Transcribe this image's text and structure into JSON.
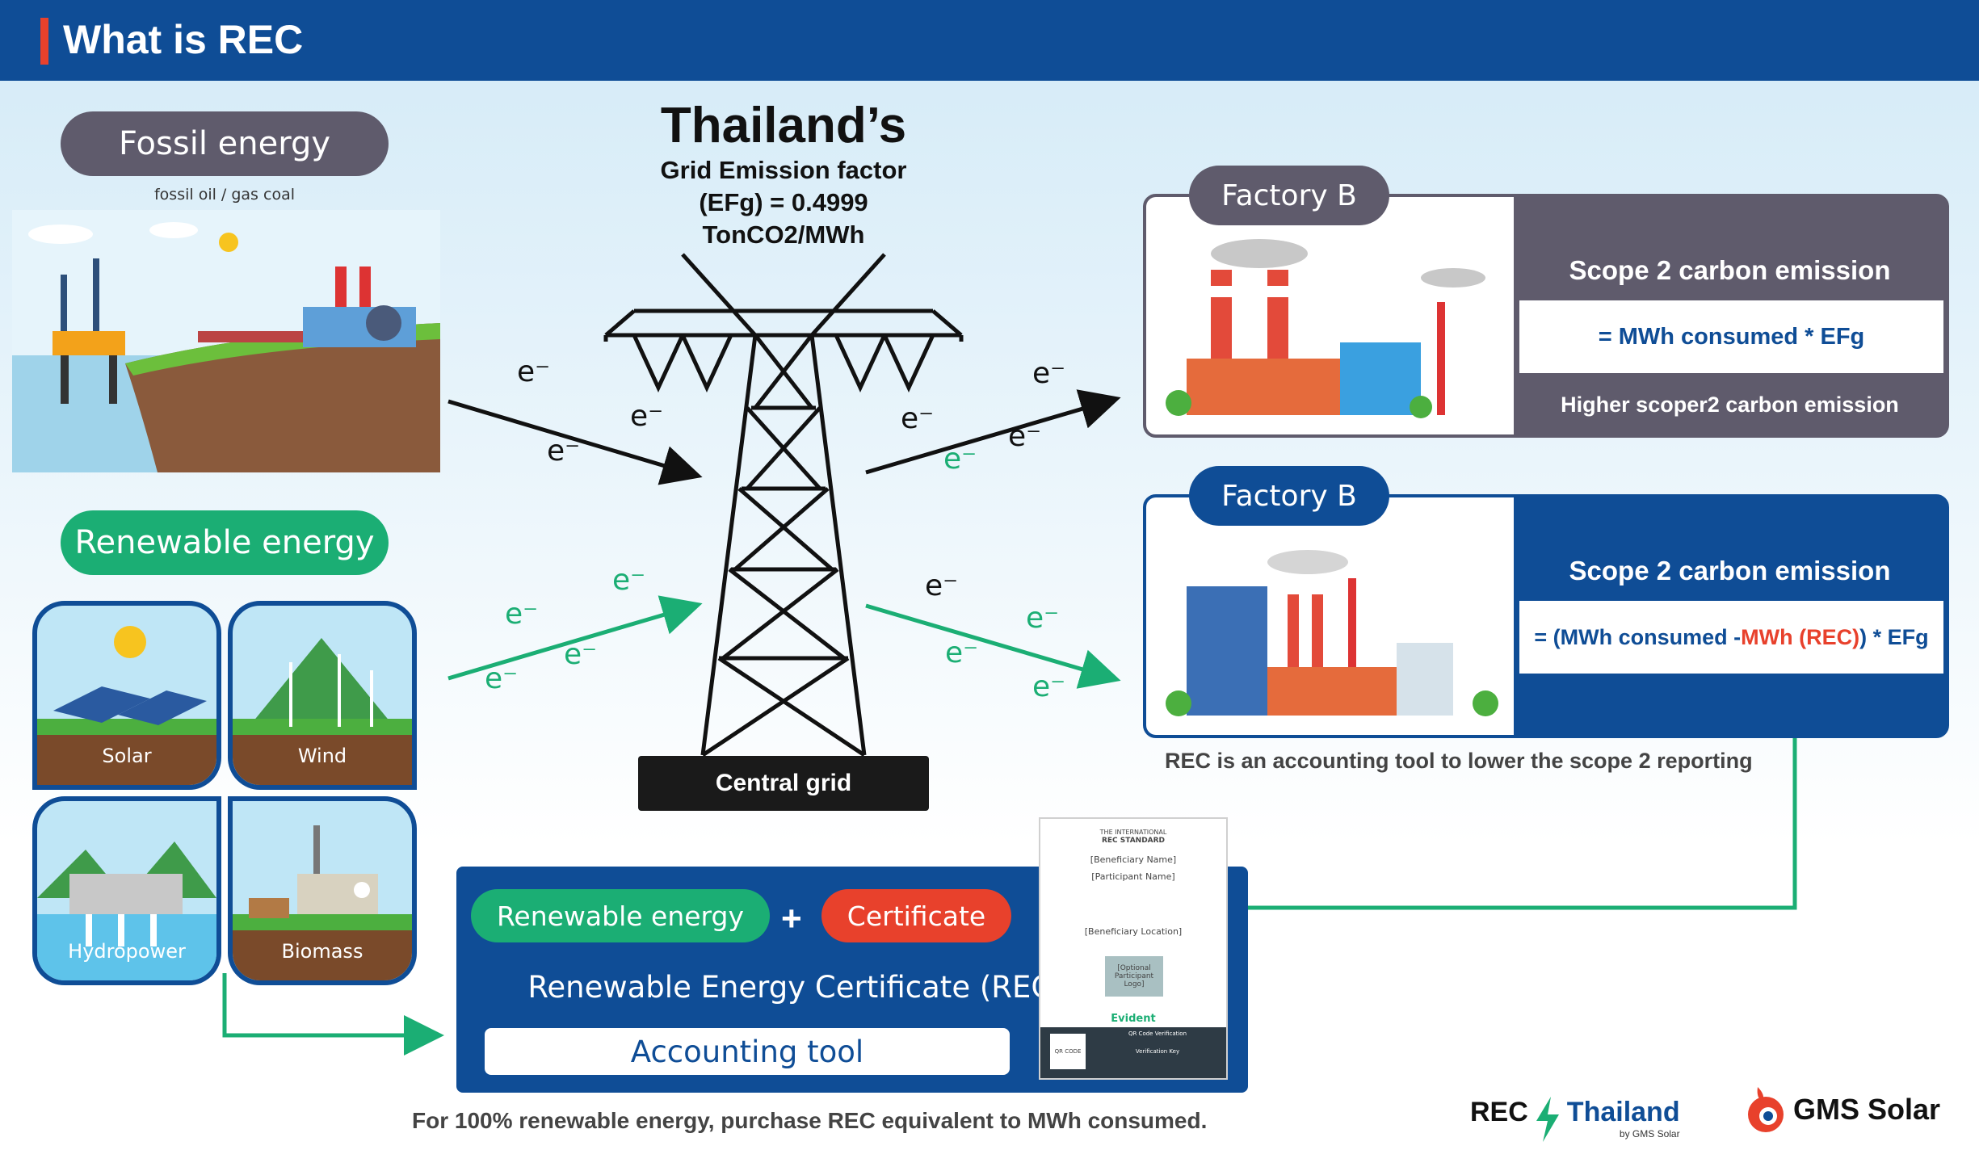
{
  "header": {
    "title": "What is REC"
  },
  "fossil": {
    "label": "Fossil energy",
    "sub": "fossil oil / gas coal"
  },
  "renewable": {
    "label": "Renewable energy",
    "tiles": [
      {
        "label": "Solar"
      },
      {
        "label": "Wind"
      },
      {
        "label": "Hydropower"
      },
      {
        "label": "Biomass"
      }
    ]
  },
  "grid": {
    "title": "Thailand’s",
    "line1": "Grid Emission factor",
    "line2": "(EFg) = 0.4999",
    "line3": "TonCO2/MWh",
    "central_label": "Central grid",
    "electron": "e⁻"
  },
  "factory_top": {
    "label": "Factory B",
    "scope": "Scope 2 carbon emission",
    "formula": "= MWh consumed * EFg",
    "note": "Higher scoper2 carbon emission"
  },
  "factory_bottom": {
    "label": "Factory B",
    "scope": "Scope 2 carbon emission",
    "formula_a": "= (MWh consumed - ",
    "formula_b": "MWh (REC)",
    "formula_c": ") * EFg",
    "caption": "REC is an accounting tool to lower the scope 2 reporting"
  },
  "rec": {
    "renewable": "Renewable energy",
    "plus": "+",
    "certificate": "Certificate",
    "title": "Renewable Energy Certificate (REC)",
    "accounting": "Accounting tool"
  },
  "cert_doc": {
    "org1": "THE INTERNATIONAL",
    "org2": "REC STANDARD",
    "beneficiary": "[Beneficiary Name]",
    "participant": "[Participant Name]",
    "location": "[Beneficiary Location]",
    "logo": "[Optional Participant Logo]",
    "evident": "Evident",
    "qr": "QR CODE",
    "qr_title": "QR Code Verification",
    "verification": "Verification Key"
  },
  "footer": {
    "caption": "For 100% renewable energy, purchase REC equivalent to MWh consumed.",
    "rec_thailand_a": "REC",
    "rec_thailand_b": "Thailand",
    "rec_thailand_sub": "by GMS Solar",
    "gms": "GMS Solar"
  },
  "colors": {
    "navy": "#0f4d96",
    "green": "#1bae74",
    "red": "#e8412c",
    "gray": "#5f5b6c"
  }
}
